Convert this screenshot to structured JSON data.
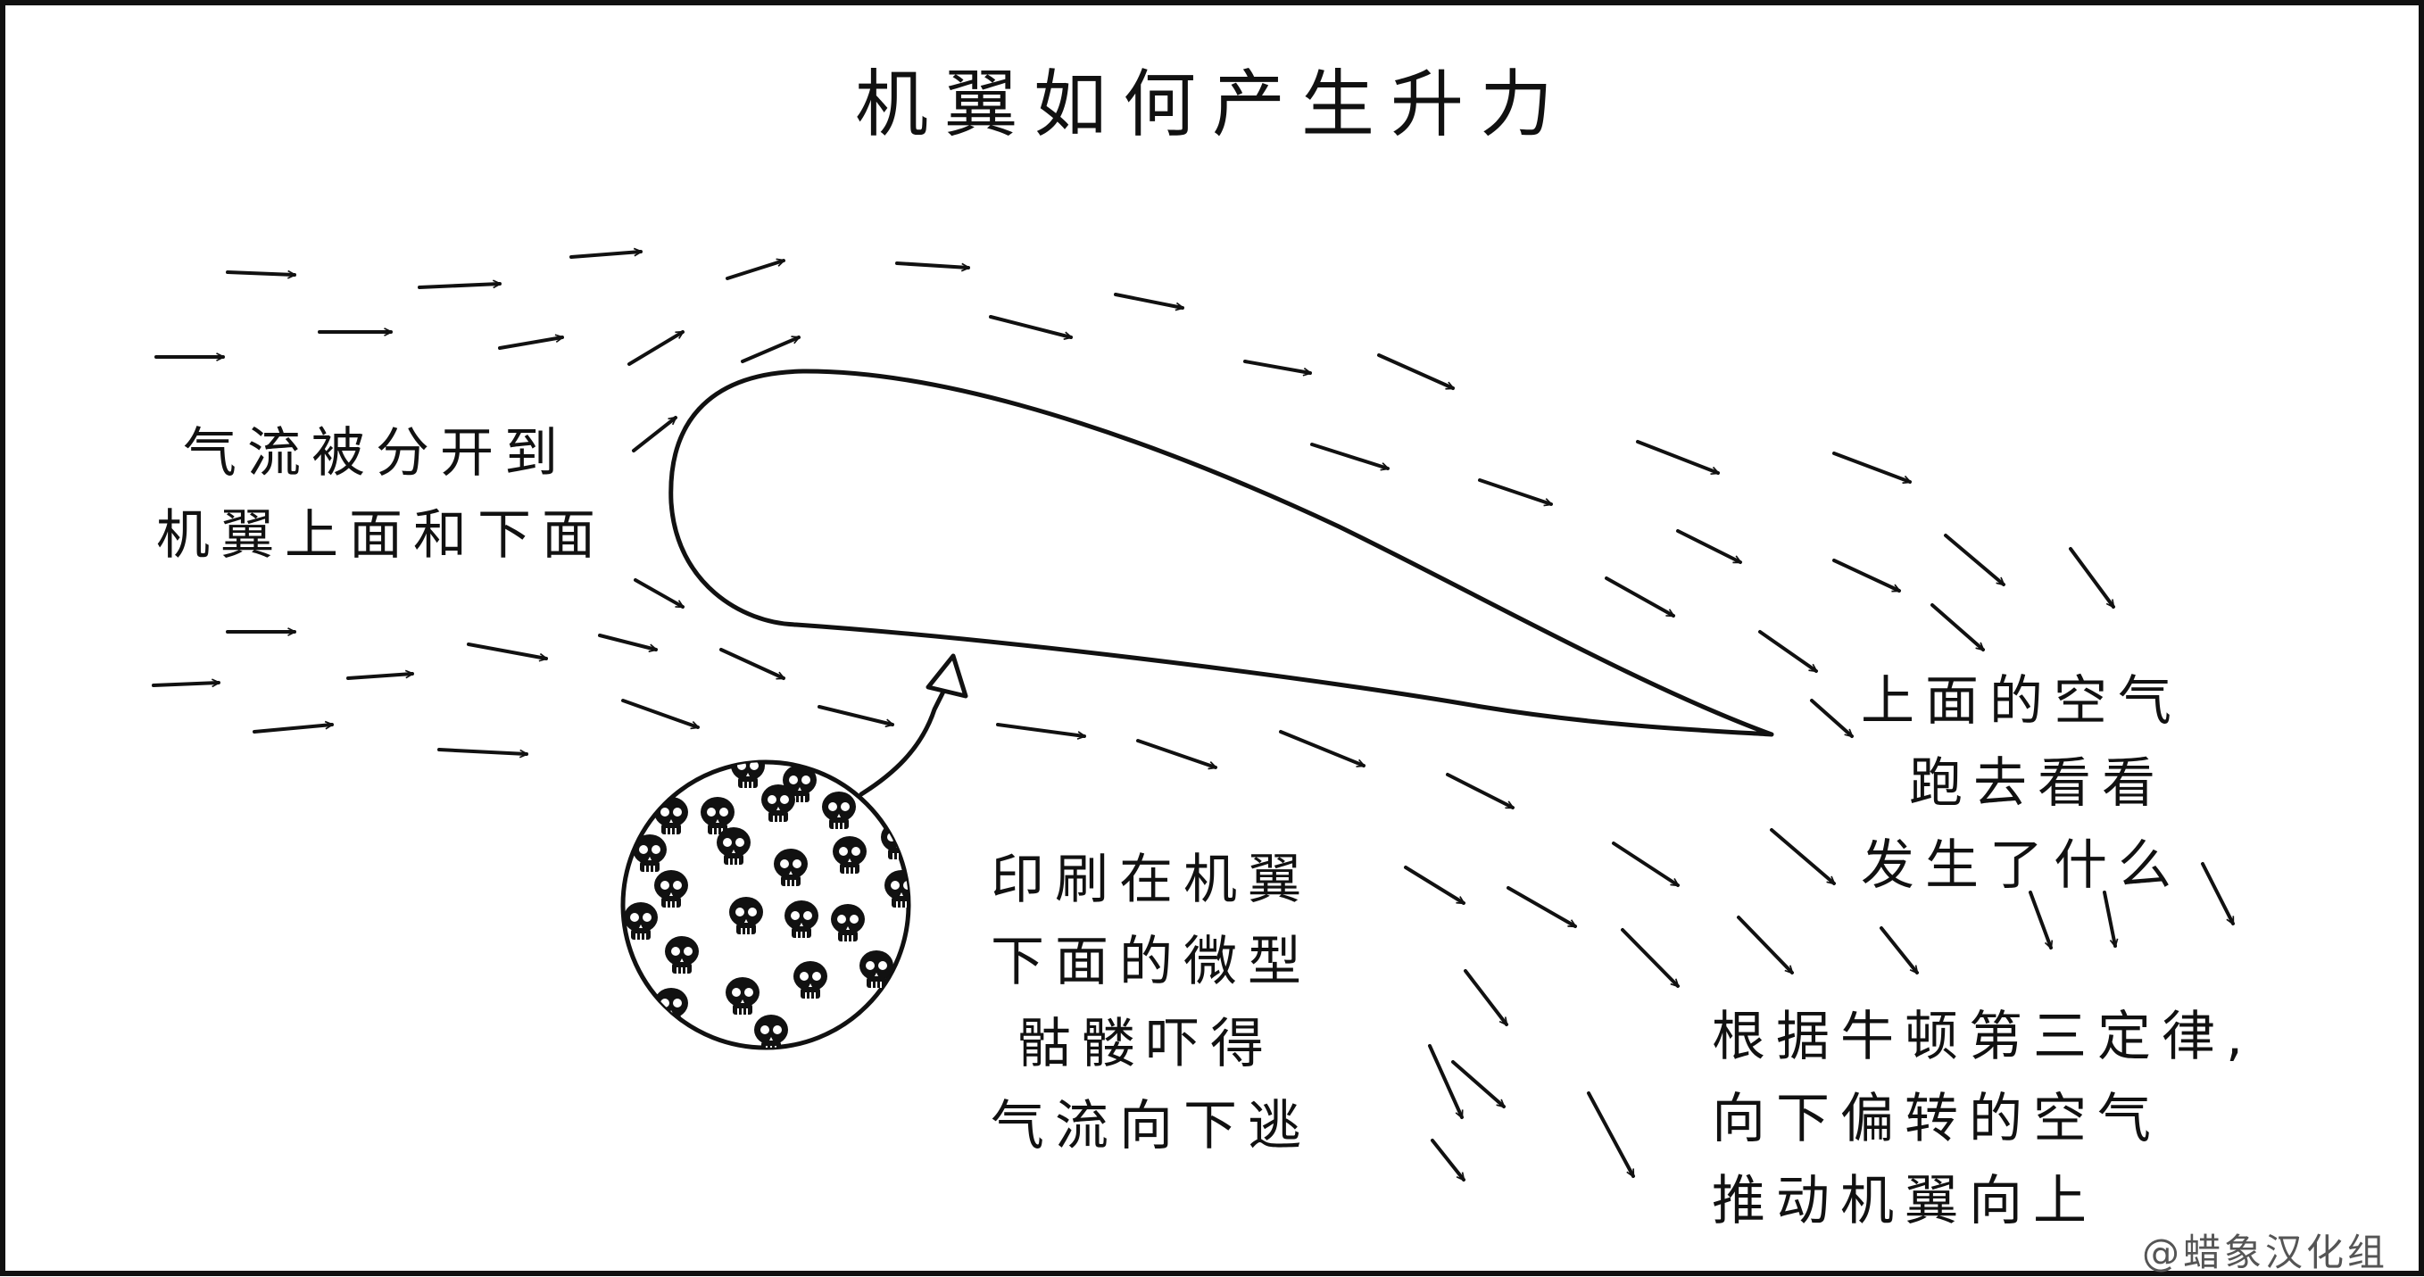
{
  "title": "机翼如何产生升力",
  "labels": {
    "split_line1": "气流被分开到",
    "split_line2": "机翼上面和下面",
    "top_line1": "上面的空气",
    "top_line2": "跑去看看",
    "top_line3": "发生了什么",
    "skull_line1": "印刷在机翼",
    "skull_line2": "下面的微型",
    "skull_line3": "骷髅吓得",
    "skull_line4": "气流向下逃",
    "newton_line1": "根据牛顿第三定律,",
    "newton_line2": "向下偏转的空气",
    "newton_line3": "推动机翼向上"
  },
  "credit": "@蜡象汉化组",
  "icons": {
    "airflow": "arrow-icon",
    "skulls": "skull-icon"
  },
  "colors": {
    "ink": "#111111",
    "background": "#ffffff"
  }
}
